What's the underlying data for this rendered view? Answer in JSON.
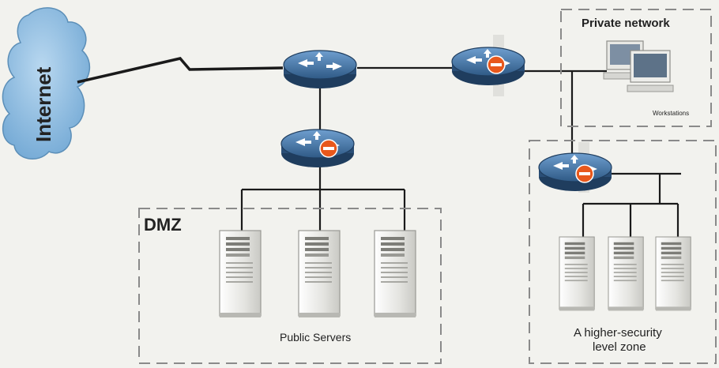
{
  "labels": {
    "internet": "Internet",
    "private_network": "Private network",
    "workstations": "Workstations",
    "dmz": "DMZ",
    "public_servers": "Public Servers",
    "higher_security_line1": "A higher-security",
    "higher_security_line2": "level zone"
  },
  "colors": {
    "background": "#f2f2ee",
    "cloud": "#7fb2da",
    "router_body": "#3f6f9f",
    "firewall_mark": "#e8581c",
    "line": "#1a1a1a",
    "dash": "#8a8a8a"
  }
}
